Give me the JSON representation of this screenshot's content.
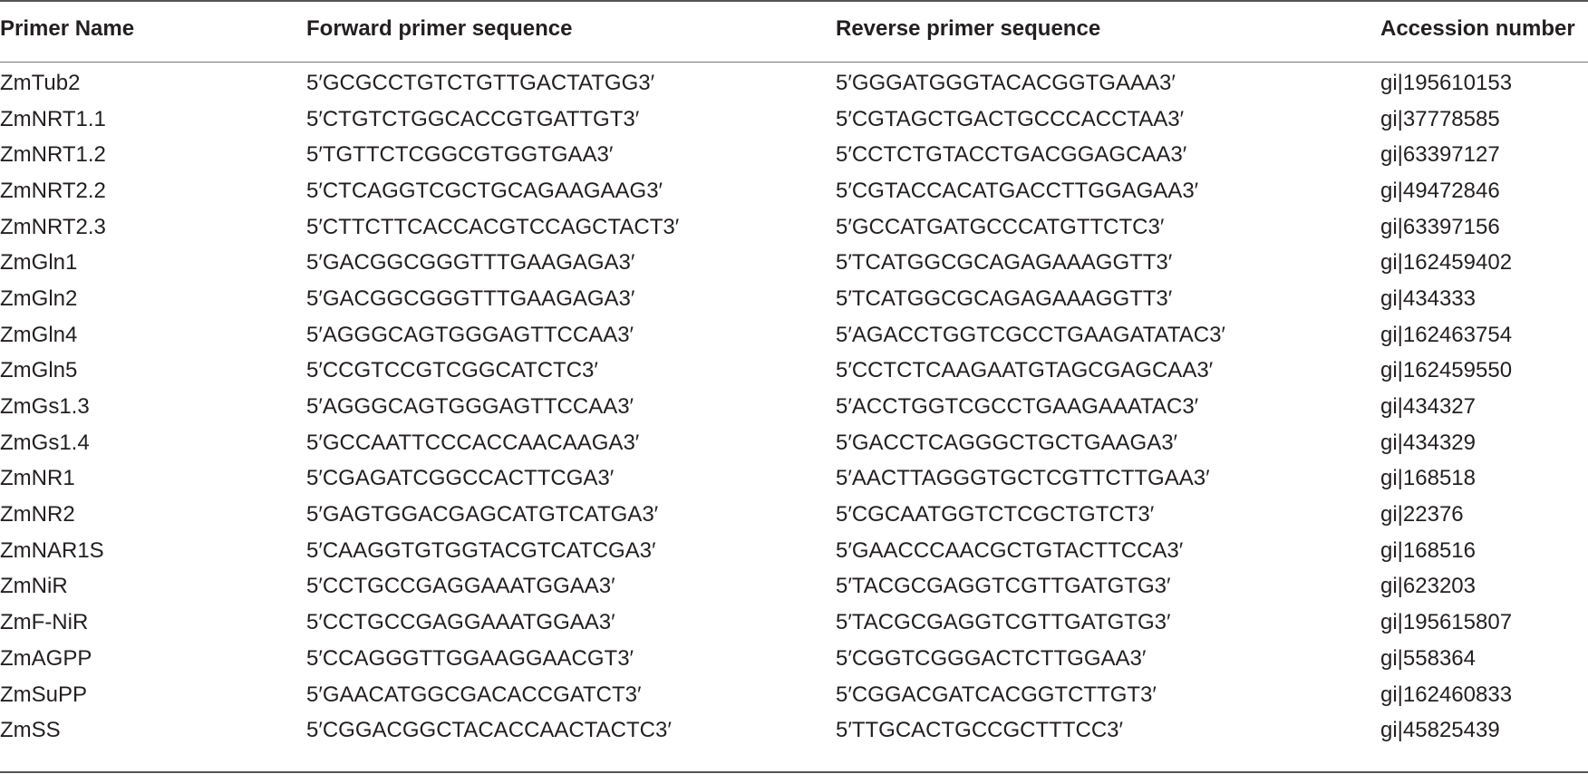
{
  "table": {
    "headers": [
      "Primer Name",
      "Forward primer sequence",
      "Reverse primer sequence",
      "Accession number"
    ],
    "rows": [
      [
        "ZmTub2",
        "5′GCGCCTGTCTGTTGACTATGG3′",
        "5′GGGATGGGTACACGGTGAAA3′",
        "gi|195610153"
      ],
      [
        "ZmNRT1.1",
        "5′CTGTCTGGCACCGTGATTGT3′",
        "5′CGTAGCTGACTGCCCACCTAA3′",
        "gi|37778585"
      ],
      [
        "ZmNRT1.2",
        "5′TGTTCTCGGCGTGGTGAA3′",
        "5′CCTCTGTACCTGACGGAGCAA3′",
        "gi|63397127"
      ],
      [
        "ZmNRT2.2",
        "5′CTCAGGTCGCTGCAGAAGAAG3′",
        "5′CGTACCACATGACCTTGGAGAA3′",
        "gi|49472846"
      ],
      [
        "ZmNRT2.3",
        "5′CTTCTTCACCACGTCCAGCTACT3′",
        "5′GCCATGATGCCCATGTTCTC3′",
        "gi|63397156"
      ],
      [
        "ZmGln1",
        "5′GACGGCGGGTTTGAAGAGA3′",
        "5′TCATGGCGCAGAGAAAGGTT3′",
        "gi|162459402"
      ],
      [
        "ZmGln2",
        "5′GACGGCGGGTTTGAAGAGA3′",
        "5′TCATGGCGCAGAGAAAGGTT3′",
        "gi|434333"
      ],
      [
        "ZmGln4",
        "5′AGGGCAGTGGGAGTTCCAA3′",
        "5′AGACCTGGTCGCCTGAAGATATAC3′",
        "gi|162463754"
      ],
      [
        "ZmGln5",
        "5′CCGTCCGTCGGCATCTC3′",
        "5′CCTCTCAAGAATGTAGCGAGCAA3′",
        "gi|162459550"
      ],
      [
        "ZmGs1.3",
        "5′AGGGCAGTGGGAGTTCCAA3′",
        "5′ACCTGGTCGCCTGAAGAAATAC3′",
        "gi|434327"
      ],
      [
        "ZmGs1.4",
        "5′GCCAATTCCCACCAACAAGA3′",
        "5′GACCTCAGGGCTGCTGAAGA3′",
        "gi|434329"
      ],
      [
        "ZmNR1",
        "5′CGAGATCGGCCACTTCGA3′",
        "5′AACTTAGGGTGCTCGTTCTTGAA3′",
        "gi|168518"
      ],
      [
        "ZmNR2",
        "5′GAGTGGACGAGCATGTCATGA3′",
        "5′CGCAATGGTCTCGCTGTCT3′",
        "gi|22376"
      ],
      [
        "ZmNAR1S",
        "5′CAAGGTGTGGTACGTCATCGA3′",
        "5′GAACCCAACGCTGTACTTCCA3′",
        "gi|168516"
      ],
      [
        "ZmNiR",
        "5′CCTGCCGAGGAAATGGAA3′",
        "5′TACGCGAGGTCGTTGATGTG3′",
        "gi|623203"
      ],
      [
        "ZmF-NiR",
        "5′CCTGCCGAGGAAATGGAA3′",
        "5′TACGCGAGGTCGTTGATGTG3′",
        "gi|195615807"
      ],
      [
        "ZmAGPP",
        "5′CCAGGGTTGGAAGGAACGT3′",
        "5′CGGTCGGGACTCTTGGAA3′",
        "gi|558364"
      ],
      [
        "ZmSuPP",
        "5′GAACATGGCGACACCGATCT3′",
        "5′CGGACGATCACGGTCTTGT3′",
        "gi|162460833"
      ],
      [
        "ZmSS",
        "5′CGGACGGCTACACCAACTACTC3′",
        "5′TTGCACTGCCGCTTTCC3′",
        "gi|45825439"
      ]
    ]
  }
}
